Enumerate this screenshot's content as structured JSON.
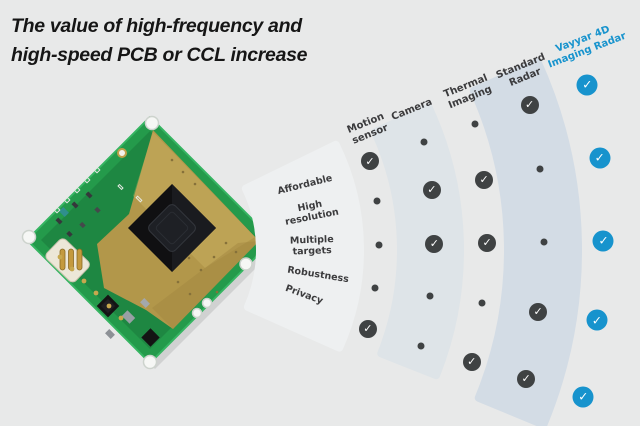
{
  "title": {
    "line1": "The value of high-frequency and",
    "line2": "high-speed PCB or CCL increase"
  },
  "comparison": {
    "columns": [
      {
        "label": "Motion sensor",
        "lines": [
          "Motion",
          "sensor"
        ],
        "highlight": false
      },
      {
        "label": "Camera",
        "lines": [
          "Camera"
        ],
        "highlight": false
      },
      {
        "label": "Thermal Imaging",
        "lines": [
          "Thermal",
          "Imaging"
        ],
        "highlight": false
      },
      {
        "label": "Standard Radar",
        "lines": [
          "Standard",
          "Radar"
        ],
        "highlight": false
      },
      {
        "label": "Vayyar 4D Imaging Radar",
        "lines": [
          "Vayyar 4D",
          "Imaging Radar"
        ],
        "highlight": true
      }
    ],
    "rows": [
      {
        "label": "Affordable",
        "lines": [
          "Affordable"
        ]
      },
      {
        "label": "High resolution",
        "lines": [
          "High",
          "resolution"
        ]
      },
      {
        "label": "Multiple targets",
        "lines": [
          "Multiple",
          "targets"
        ]
      },
      {
        "label": "Robustness",
        "lines": [
          "Robustness"
        ]
      },
      {
        "label": "Privacy",
        "lines": [
          "Privacy"
        ]
      }
    ],
    "matrix": [
      [
        "check",
        "dot",
        "dot",
        "check",
        "check"
      ],
      [
        "dot",
        "check",
        "check",
        "dot",
        "check"
      ],
      [
        "dot",
        "check",
        "check",
        "dot",
        "check"
      ],
      [
        "dot",
        "dot",
        "dot",
        "check",
        "check"
      ],
      [
        "check",
        "dot",
        "check",
        "check",
        "check"
      ]
    ]
  },
  "icons": {
    "check": "✓"
  },
  "colors": {
    "background": "#e8e9e9",
    "accent_blue": "#1793cd",
    "mark_dark": "#3f4243",
    "strip_labels": "#eef0f1",
    "strip_camera": "#dee4e8",
    "strip_radar": "#d3dce5",
    "text_dark": "#3b3b3d",
    "title_text": "#161616"
  },
  "chart_data": {
    "type": "table",
    "title": "The value of high-frequency and high-speed PCB or CCL increase",
    "columns": [
      "Motion sensor",
      "Camera",
      "Thermal Imaging",
      "Standard Radar",
      "Vayyar 4D Imaging Radar"
    ],
    "rows": [
      "Affordable",
      "High resolution",
      "Multiple targets",
      "Robustness",
      "Privacy"
    ],
    "values": [
      [
        1,
        0,
        0,
        1,
        1
      ],
      [
        0,
        1,
        1,
        0,
        1
      ],
      [
        0,
        1,
        1,
        0,
        1
      ],
      [
        0,
        0,
        0,
        1,
        1
      ],
      [
        1,
        0,
        1,
        1,
        1
      ]
    ],
    "value_encoding": "1 = check circle (capability present), 0 = small dot (capability absent)",
    "layout": "fan / arc comparison matrix radiating left-to-right; highlighted column 'Vayyar 4D Imaging Radar' uses blue checks; other checks dark gray"
  }
}
